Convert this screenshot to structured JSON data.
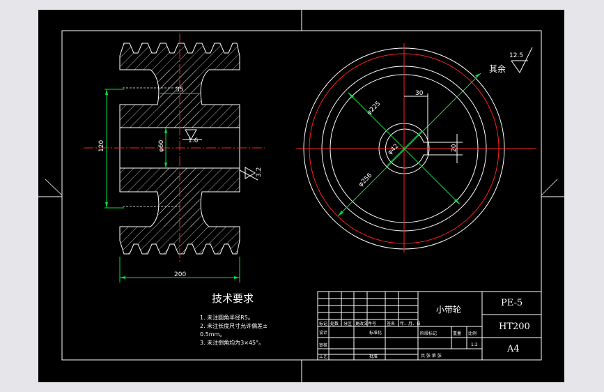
{
  "colors": {
    "background": "#e6e6ea",
    "sheet": "#000000",
    "outline": "#ffffff",
    "dimension": "#00e040",
    "centerline": "#ff2020"
  },
  "side_view": {
    "dim_bore_depth": "35",
    "dim_outer_height": "120",
    "dim_bore_dia": "φ60",
    "dim_width": "200",
    "roughness_bore": "1.6",
    "roughness_face": "3.2"
  },
  "front_view": {
    "dim_key_offset": "30",
    "dim_key_width": "20",
    "dim_d225": "φ225",
    "dim_d40": "φ42",
    "dim_d256": "φ256",
    "roughness_label": "其余",
    "roughness_value": "12.5"
  },
  "tech_req": {
    "title": "技术要求",
    "lines": [
      "1. 未注圆角半径R5。",
      "2. 未注长度尺寸允许偏差±",
      "0.5mm。",
      "3. 未注倒角均为3×45°。"
    ]
  },
  "title_block": {
    "part_name": "小带轮",
    "drawing_no": "PE-5",
    "material": "HT200",
    "sheet_size": "A4",
    "scale": "1:2",
    "row_labels": [
      "标记",
      "处数",
      "分区",
      "更改文件号",
      "签名",
      "年、月、日"
    ],
    "design": "设计",
    "standardize": "标准化",
    "stage_mark": "阶段标记",
    "weight": "重量",
    "scale_label": "比例",
    "review": "审核",
    "process": "工艺",
    "approve": "批准",
    "sheets": "共 张 第 张"
  }
}
